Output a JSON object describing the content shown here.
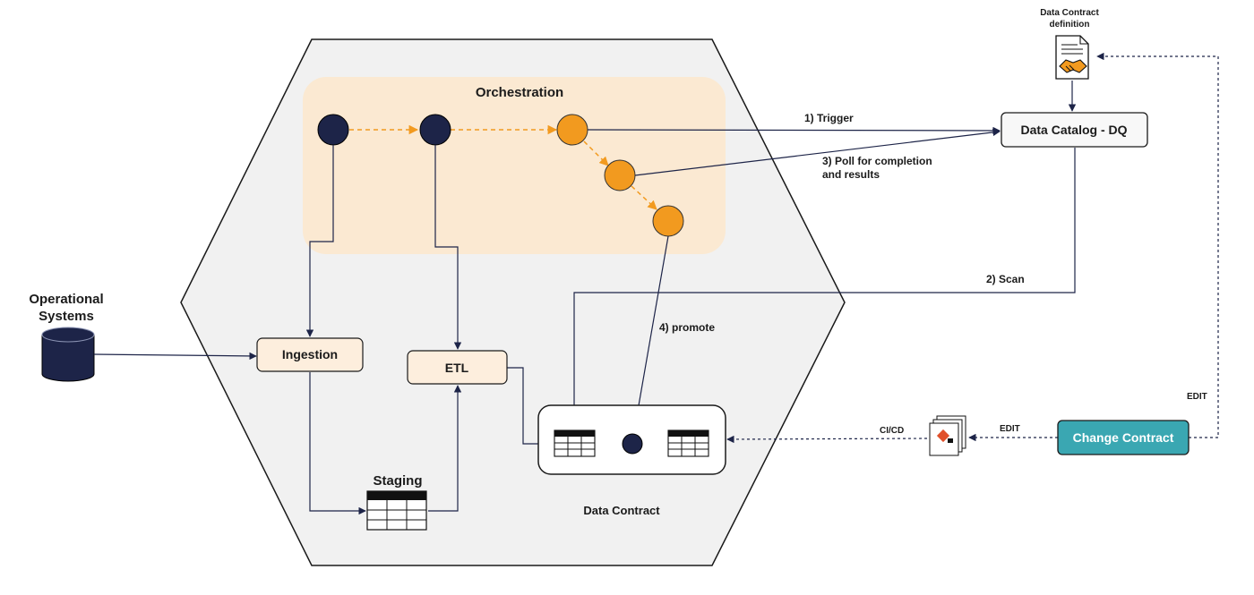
{
  "orchestration": {
    "title": "Orchestration"
  },
  "sources": {
    "title_line1": "Operational",
    "title_line2": "Systems"
  },
  "nodes": {
    "ingestion": "Ingestion",
    "etl": "ETL",
    "staging": "Staging",
    "data_catalog": "Data Catalog - DQ",
    "change_contract": "Change Contract",
    "data_contract": "Data Contract"
  },
  "contract_definition": {
    "line1": "Data Contract",
    "line2": "definition"
  },
  "edges": {
    "trigger": "1) Trigger",
    "scan": "2) Scan",
    "poll_line1": "3) Poll for completion",
    "poll_line2": "and results",
    "promote": "4) promote",
    "cicd": "CI/CD",
    "edit_1": "EDIT",
    "edit_2": "EDIT"
  },
  "colors": {
    "navy": "#1d2448",
    "orange": "#f29a1f",
    "orange_fill": "#fbe9d2",
    "hexagon_fill": "#f1f1f1",
    "box_fill": "#fdeedd",
    "teal": "#3aa7b2"
  }
}
